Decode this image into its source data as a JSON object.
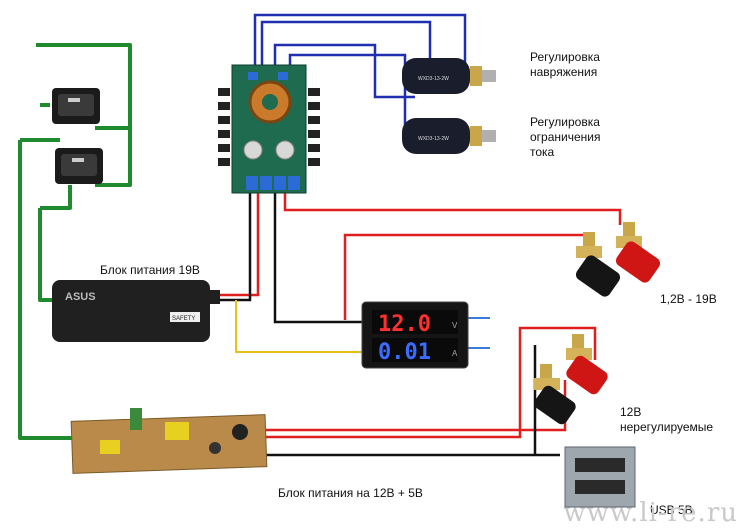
{
  "labels": {
    "voltage_regulation": [
      "Регулировка",
      "навряжения"
    ],
    "current_limit": [
      "Регулировка",
      "ограничения",
      "тока"
    ],
    "psu_19v": "Блок питания 19В",
    "range_out": "1,2В - 19В",
    "unregulated_12v": [
      "12В",
      "нерегулируемые"
    ],
    "psu_12v_5v": "Блок питания на 12В + 5В",
    "usb_5v": "USB 5В"
  },
  "meter": {
    "voltage": "12.0",
    "current": "0.01",
    "unit_v": "V",
    "unit_a": "A"
  },
  "adapter": {
    "brand": "ASUS",
    "marking": "SAFETY"
  },
  "potentiometer": {
    "marking": "WXD3-13-2W"
  },
  "watermark": "www.li-re.ru",
  "colors": {
    "wire_green": "#1f8a2e",
    "wire_blue": "#1f2fb0",
    "wire_red": "#e01e1e",
    "wire_black": "#111111",
    "wire_yellow": "#e8c21a",
    "wire_light_blue": "#3a7bd5",
    "meter_red": "#ff3030",
    "meter_blue": "#3b6cff"
  }
}
